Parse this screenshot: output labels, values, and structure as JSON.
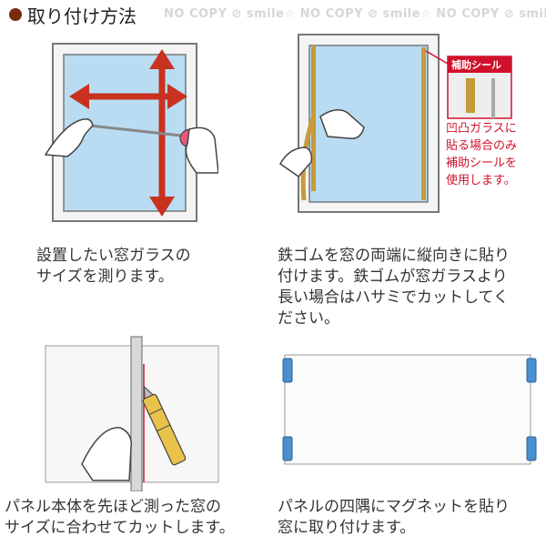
{
  "title": "取り付け方法",
  "watermark": "NO COPY ⊘ smile☆ NO COPY ⊘ smile☆ NO COPY ⊘ smile☆",
  "steps": [
    {
      "lines": [
        "設置したい窓ガラスの",
        "サイズを測ります。"
      ]
    },
    {
      "lines": [
        "鉄ゴムを窓の両端に縦向きに貼り",
        "付けます。鉄ゴムが窓ガラスより",
        "長い場合はハサミでカットしてく",
        "ださい。"
      ],
      "callout_label": "補助シール",
      "note": [
        "凹凸ガラスに",
        "貼る場合のみ",
        "補助シールを",
        "使用します。"
      ]
    },
    {
      "lines": [
        "パネル本体を先ほど測った窓の",
        "サイズに合わせてカットします。"
      ]
    },
    {
      "lines": [
        "パネルの四隅にマグネットを貼り",
        "窓に取り付けます。"
      ]
    }
  ],
  "colors": {
    "accent_dot": "#7a2a0e",
    "arrow": "#c8321f",
    "glass": "#b9dcf3",
    "magnet": "#4a8fd0",
    "note": "#d0112b"
  }
}
